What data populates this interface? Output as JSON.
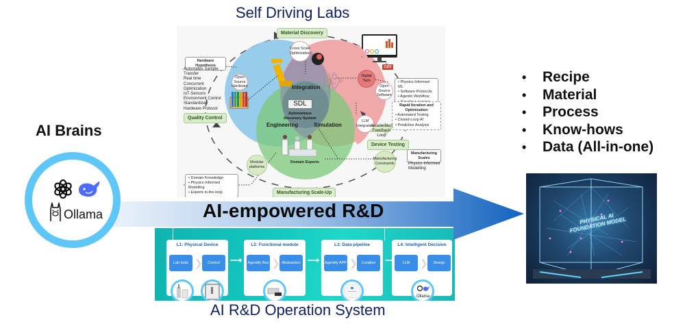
{
  "titles": {
    "self_driving_labs": "Self Driving Labs",
    "ai_brains": "AI Brains",
    "ai_empowered": "AI-empowered R&D",
    "operation_system": "AI R&D Operation System"
  },
  "sdl_diagram": {
    "stages": {
      "material_discovery": "Material Discovery",
      "quality_control": "Quality Control",
      "device_testing": "Device Testing",
      "manufacturing_scale_up": "Manufacturing Scale-Up"
    },
    "regions": {
      "integration": "Integration",
      "engineering": "Engineering",
      "simulation": "Simulation",
      "domain_experts": "Domain Experts"
    },
    "center": {
      "badge": "SDL",
      "subtitle": "Autonomous Discovery System"
    },
    "bubbles": {
      "cross_scale": "Cross Scale Optimization",
      "open_source_hardware": "Open Source Hardware",
      "digital_twin": "Digital Twin",
      "open_source_software": "Open Source Software",
      "llm_integration": "LLM Integration",
      "modular_platforms": "Modular platforms",
      "manufacturing_constraints": "Manufacturing Constraints"
    },
    "hardware_hypothesis": {
      "title": "Hardware Hypothesis",
      "items": [
        "Automates Sample Transfer",
        "Real time",
        "Concurrent Optimization",
        "IoT-Sensors Environment Control",
        "Standardized Hardware Protocol"
      ]
    },
    "software_notes": {
      "items": [
        "Physics-Informed ML",
        "Software Protocols",
        "Agentic Workflow",
        "Transfer Learning"
      ]
    },
    "rapid_iteration": {
      "title": "Rapid Iteration and Optimization",
      "items": [
        "Automated Testing",
        "Closed-Loop AI",
        "Predictive Analysis"
      ]
    },
    "feedback_label": "Accelerated Feedback Loop",
    "manufacturing_scales": {
      "title": "Manufacturing Scales",
      "caption": "Physics Informed Modelling"
    },
    "domain_notes": {
      "items": [
        "Domain Knowledge",
        "Physics-Informed Modelling",
        "Experts in-the-loop"
      ]
    },
    "csv_tag": "CSV"
  },
  "ai_brains": {
    "logos": [
      "openai-logo",
      "deepseek-logo",
      "ollama-logo"
    ],
    "ollama_text": "Ollama"
  },
  "operation_system": {
    "layers": [
      {
        "title": "L1: Physical Device",
        "steps": [
          "Lab tools",
          "Control"
        ]
      },
      {
        "title": "L2: Functional module",
        "steps": [
          "Agentify Box",
          "Abstraction"
        ]
      },
      {
        "title": "L3: Data pipeline",
        "steps": [
          "Agentify APP",
          "Curation"
        ]
      },
      {
        "title": "L4: Intelligent Decision",
        "steps": [
          "LLM",
          "Design"
        ]
      }
    ],
    "l4_thumb_text": "Ollama"
  },
  "outputs": {
    "items": [
      "Recipe",
      "Material",
      "Process",
      "Know-hows",
      "Data (All-in-one)"
    ]
  },
  "foundation_model": {
    "label_line1": "PHYSICAL AI",
    "label_line2": "FOUNDATION MODEL"
  },
  "colors": {
    "title_navy": "#0d1f5c",
    "arrow_blue": "#1565c0",
    "ring_blue": "#5fc6f8",
    "teal": "#14c0b8",
    "chip_blue": "#3a8ee8"
  }
}
